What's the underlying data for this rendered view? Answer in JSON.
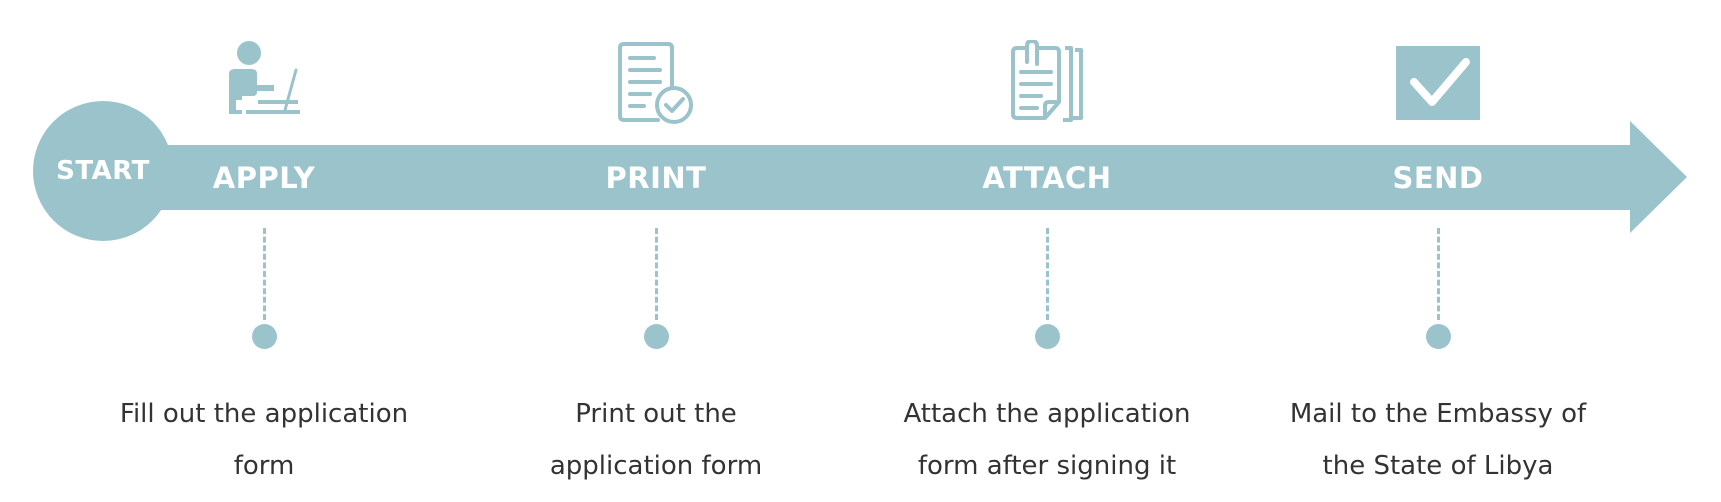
{
  "colors": {
    "accent": "#9ac3cb",
    "label_text": "#ffffff",
    "description_text": "#333333"
  },
  "start": {
    "label": "START"
  },
  "steps": [
    {
      "label": "APPLY",
      "icon": "person-at-laptop-icon",
      "description_line1": "Fill out the application",
      "description_line2": "form"
    },
    {
      "label": "PRINT",
      "icon": "document-check-icon",
      "description_line1": "Print out the",
      "description_line2": "application form"
    },
    {
      "label": "ATTACH",
      "icon": "clipped-documents-icon",
      "description_line1": "Attach the application",
      "description_line2": "form after signing it"
    },
    {
      "label": "SEND",
      "icon": "checkbox-checked-icon",
      "description_line1": "Mail to the Embassy of",
      "description_line2": "the State of Libya"
    }
  ]
}
